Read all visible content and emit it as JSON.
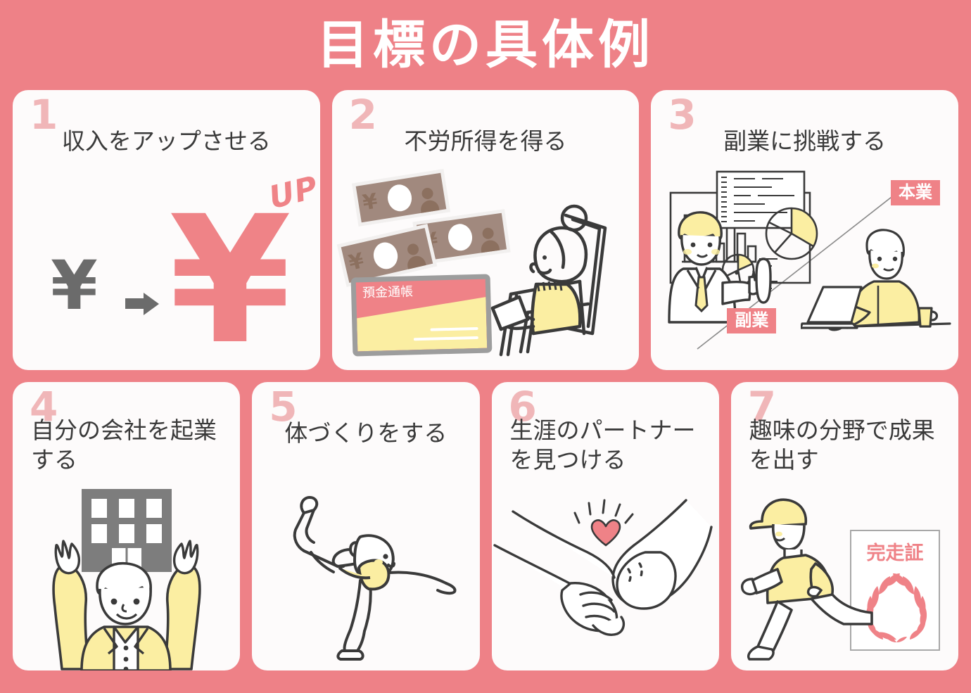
{
  "header": {
    "title": "目標の具体例"
  },
  "theme": {
    "background_pink": "#ee8187",
    "card_white": "#fdfbfb",
    "number_pink": "#f0b6b8",
    "accent_pink": "#ef8287",
    "text_dark": "#3a3a3a",
    "accent_yellow": "#fbeea2",
    "gray": "#7d7d7d"
  },
  "cards": [
    {
      "number": "1",
      "title": "収入をアップさせる",
      "art_name": "yen-increase-illustration",
      "labels": {
        "yen_small": "¥",
        "yen_big": "¥",
        "up": "UP!"
      }
    },
    {
      "number": "2",
      "title": "不労所得を得る",
      "art_name": "passive-income-illustration",
      "labels": {
        "passbook": "預金通帳",
        "bill_yen": "¥"
      }
    },
    {
      "number": "3",
      "title": "副業に挑戦する",
      "art_name": "side-job-illustration",
      "labels": {
        "main_job": "本業",
        "side_job": "副業"
      }
    },
    {
      "number": "4",
      "title": "自分の会社を起業する",
      "art_name": "startup-company-illustration",
      "labels": {}
    },
    {
      "number": "5",
      "title": "体づくりをする",
      "art_name": "yoga-fitness-illustration",
      "labels": {}
    },
    {
      "number": "6",
      "title": "生涯のパートナーを見つける",
      "art_name": "holding-hands-illustration",
      "labels": {}
    },
    {
      "number": "7",
      "title": "趣味の分野で成果を出す",
      "art_name": "runner-certificate-illustration",
      "labels": {
        "certificate": "完走証"
      }
    }
  ]
}
